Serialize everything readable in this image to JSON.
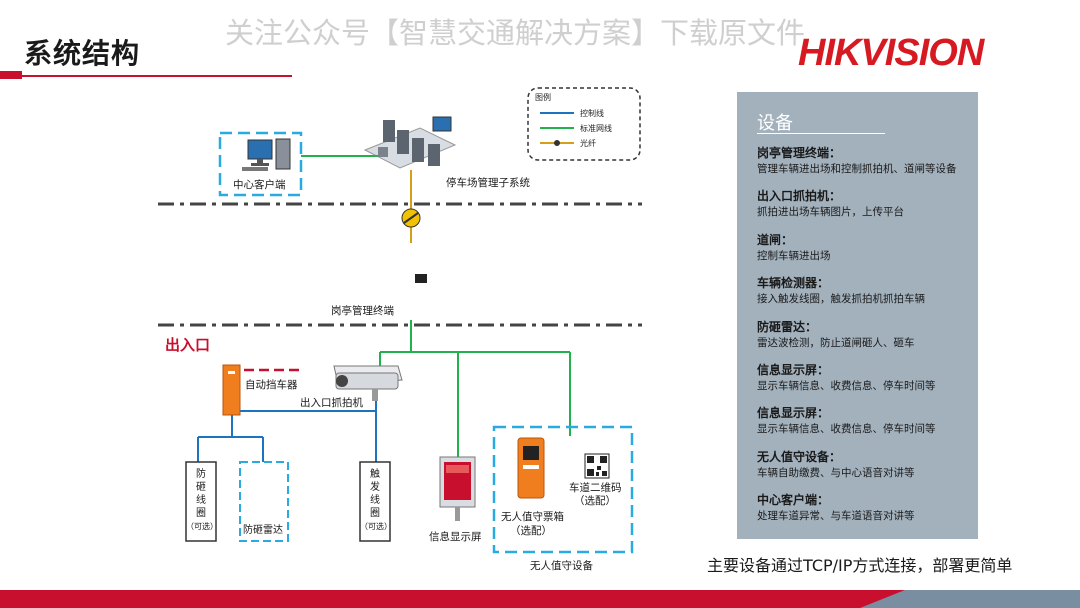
{
  "header": {
    "title": "系统结构",
    "watermark": "关注公众号【智慧交通解决方案】下载原文件",
    "logo_part1": "HIK",
    "logo_part2": "VISION"
  },
  "legend": {
    "title": "图例",
    "items": [
      "控制线",
      "标准网线",
      "光纤"
    ]
  },
  "diagram": {
    "center_client": "中心客户端",
    "parking_subsystem": "停车场管理子系统",
    "booth_terminal": "岗亭管理终端",
    "entrance": "出入口",
    "barrier": "自动挡车器",
    "capture_camera": "出入口抓拍机",
    "anti_smash_coil_chars": [
      "防",
      "砸",
      "线",
      "圈",
      "（可选）"
    ],
    "anti_smash_radar": "防砸雷达",
    "trigger_coil_chars": [
      "触",
      "发",
      "线",
      "圈",
      "（可选）"
    ],
    "info_display": "信息显示屏",
    "ticket_box": "无人值守票箱",
    "ticket_box_opt": "（选配）",
    "qr_code": "车道二维码",
    "qr_code_opt": "（选配）",
    "unattended_group": "无人值守设备"
  },
  "panel": {
    "title": "设备",
    "items": [
      {
        "title": "岗亭管理终端：",
        "desc": "管理车辆进出场和控制抓拍机、道闸等设备"
      },
      {
        "title": "出入口抓拍机：",
        "desc": "抓拍进出场车辆图片，上传平台"
      },
      {
        "title": "道闸：",
        "desc": "控制车辆进出场"
      },
      {
        "title": "车辆检测器：",
        "desc": "接入触发线圈，触发抓拍机抓拍车辆"
      },
      {
        "title": "防砸雷达：",
        "desc": "雷达波检测，防止道闸砸人、砸车"
      },
      {
        "title": "信息显示屏：",
        "desc": "显示车辆信息、收费信息、停车时间等"
      },
      {
        "title": "信息显示屏：",
        "desc": "显示车辆信息、收费信息、停车时间等"
      },
      {
        "title": "无人值守设备：",
        "desc": "车辆自助缴费、与中心语音对讲等"
      },
      {
        "title": "中心客户端：",
        "desc": "处理车道异常、与车道语音对讲等"
      }
    ]
  },
  "footer": {
    "note": "主要设备通过TCP/IP方式连接，部署更简单"
  },
  "colors": {
    "accent_red": "#c8102e",
    "panel": "#a3b1bd",
    "control_line": "#1e73be",
    "network_line": "#22b14c",
    "fiber": "#d4a017",
    "dash_cyan": "#29abe2"
  }
}
